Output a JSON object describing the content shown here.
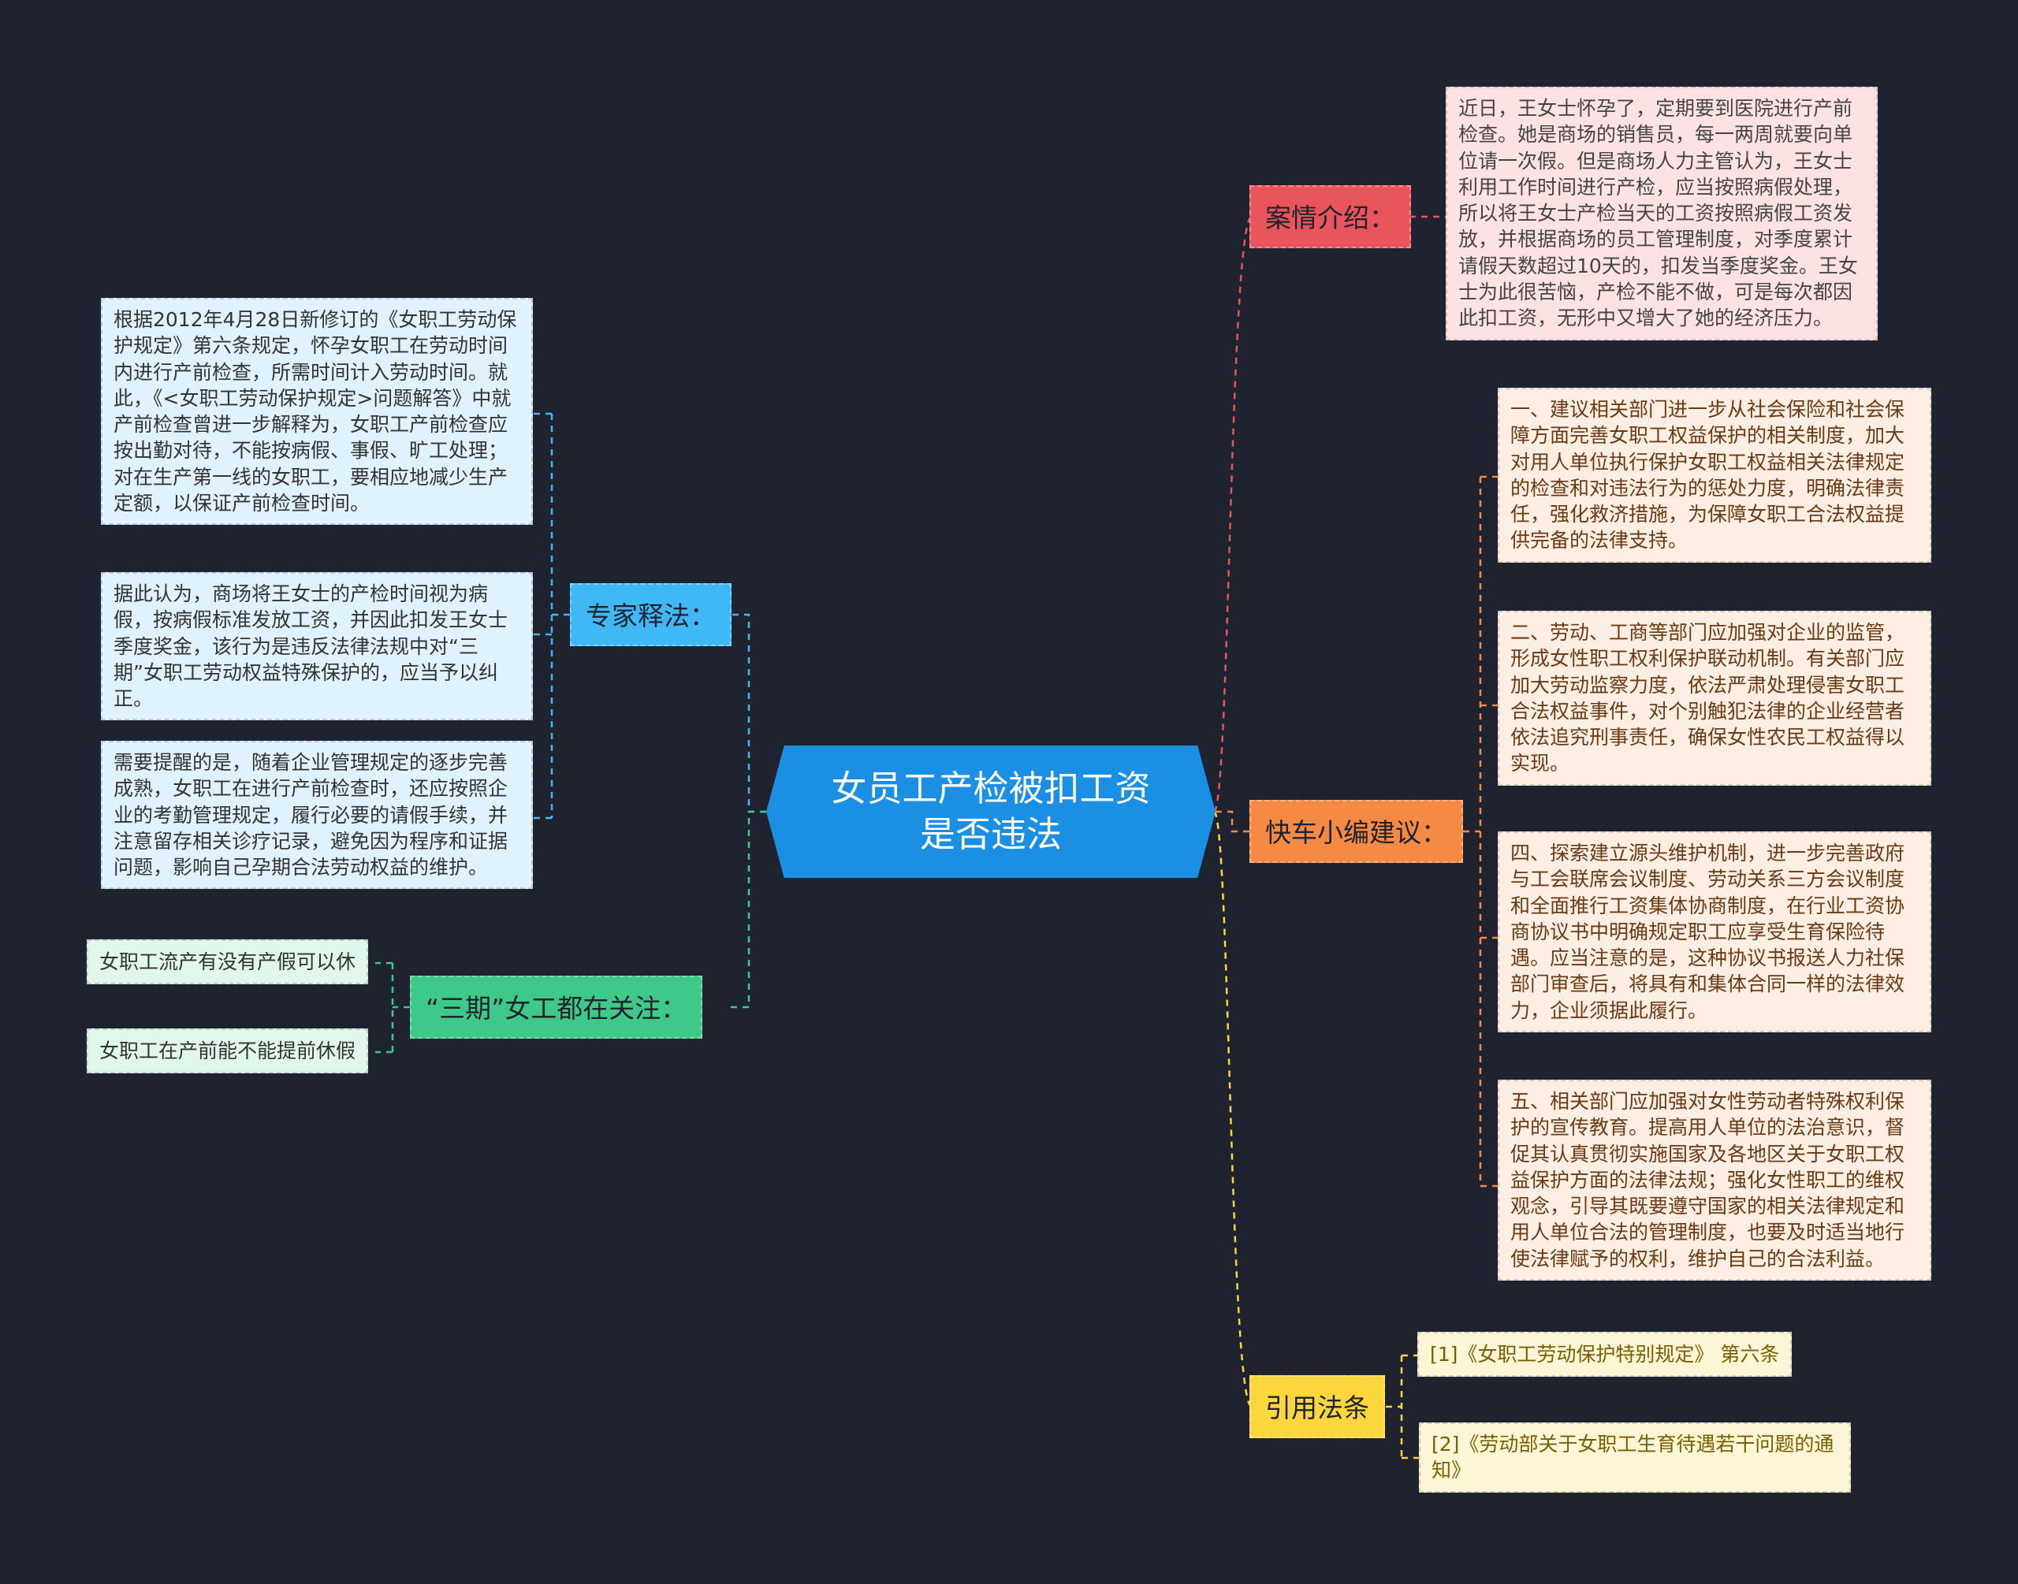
{
  "root": {
    "title": "女员工产检被扣工资是否违法"
  },
  "branches": {
    "case": {
      "label": "案情介绍：",
      "text": "近日，王女士怀孕了，定期要到医院进行产前检查。她是商场的销售员，每一两周就要向单位请一次假。但是商场人力主管认为，王女士利用工作时间进行产检，应当按照病假处理，所以将王女士产检当天的工资按照病假工资发放，并根据商场的员工管理制度，对季度累计请假天数超过10天的，扣发当季度奖金。王女士为此很苦恼，产检不能不做，可是每次都因此扣工资，无形中又增大了她的经济压力。"
    },
    "advice": {
      "label": "快车小编建议：",
      "items": [
        "一、建议相关部门进一步从社会保险和社会保障方面完善女职工权益保护的相关制度，加大对用人单位执行保护女职工权益相关法律规定的检查和对违法行为的惩处力度，明确法律责任，强化救济措施，为保障女职工合法权益提供完备的法律支持。",
        "二、劳动、工商等部门应加强对企业的监管，形成女性职工权利保护联动机制。有关部门应加大劳动监察力度，依法严肃处理侵害女职工合法权益事件，对个别触犯法律的企业经营者依法追究刑事责任，确保女性农民工权益得以实现。",
        "四、探索建立源头维护机制，进一步完善政府与工会联席会议制度、劳动关系三方会议制度和全面推行工资集体协商制度，在行业工资协商协议书中明确规定职工应享受生育保险待遇。应当注意的是，这种协议书报送人力社保部门审查后，将具有和集体合同一样的法律效力，企业须据此履行。",
        "五、相关部门应加强对女性劳动者特殊权利保护的宣传教育。提高用人单位的法治意识，督促其认真贯彻实施国家及各地区关于女职工权益保护方面的法律法规；强化女性职工的维权观念，引导其既要遵守国家的相关法律规定和用人单位合法的管理制度，也要及时适当地行使法律赋予的权利，维护自己的合法利益。"
      ]
    },
    "law": {
      "label": "引用法条",
      "items": [
        "[1]《女职工劳动保护特别规定》 第六条",
        "[2]《劳动部关于女职工生育待遇若干问题的通知》"
      ]
    },
    "expert": {
      "label": "专家释法：",
      "items": [
        "根据2012年4月28日新修订的《女职工劳动保护规定》第六条规定，怀孕女职工在劳动时间内进行产前检查，所需时间计入劳动时间。就此，《<女职工劳动保护规定>问题解答》中就产前检查曾进一步解释为，女职工产前检查应按出勤对待，不能按病假、事假、旷工处理；对在生产第一线的女职工，要相应地减少生产定额，以保证产前检查时间。",
        "据此认为，商场将王女士的产检时间视为病假，按病假标准发放工资，并因此扣发王女士季度奖金，该行为是违反法律法规中对“三期”女职工劳动权益特殊保护的，应当予以纠正。",
        "需要提醒的是，随着企业管理规定的逐步完善成熟，女职工在进行产前检查时，还应按照企业的考勤管理规定，履行必要的请假手续，并注意留存相关诊疗记录，避免因为程序和证据问题，影响自己孕期合法劳动权益的维护。"
      ]
    },
    "three": {
      "label": "“三期”女工都在关注：",
      "items": [
        "女职工流产有没有产假可以休",
        "女职工在产前能不能提前休假"
      ]
    }
  },
  "colors": {
    "background": "#1f2330",
    "root": "#1a8fe3",
    "case": "#e8555a",
    "advice": "#f58a45",
    "law": "#fbd63d",
    "expert": "#40b8f5",
    "three": "#3ec988"
  }
}
